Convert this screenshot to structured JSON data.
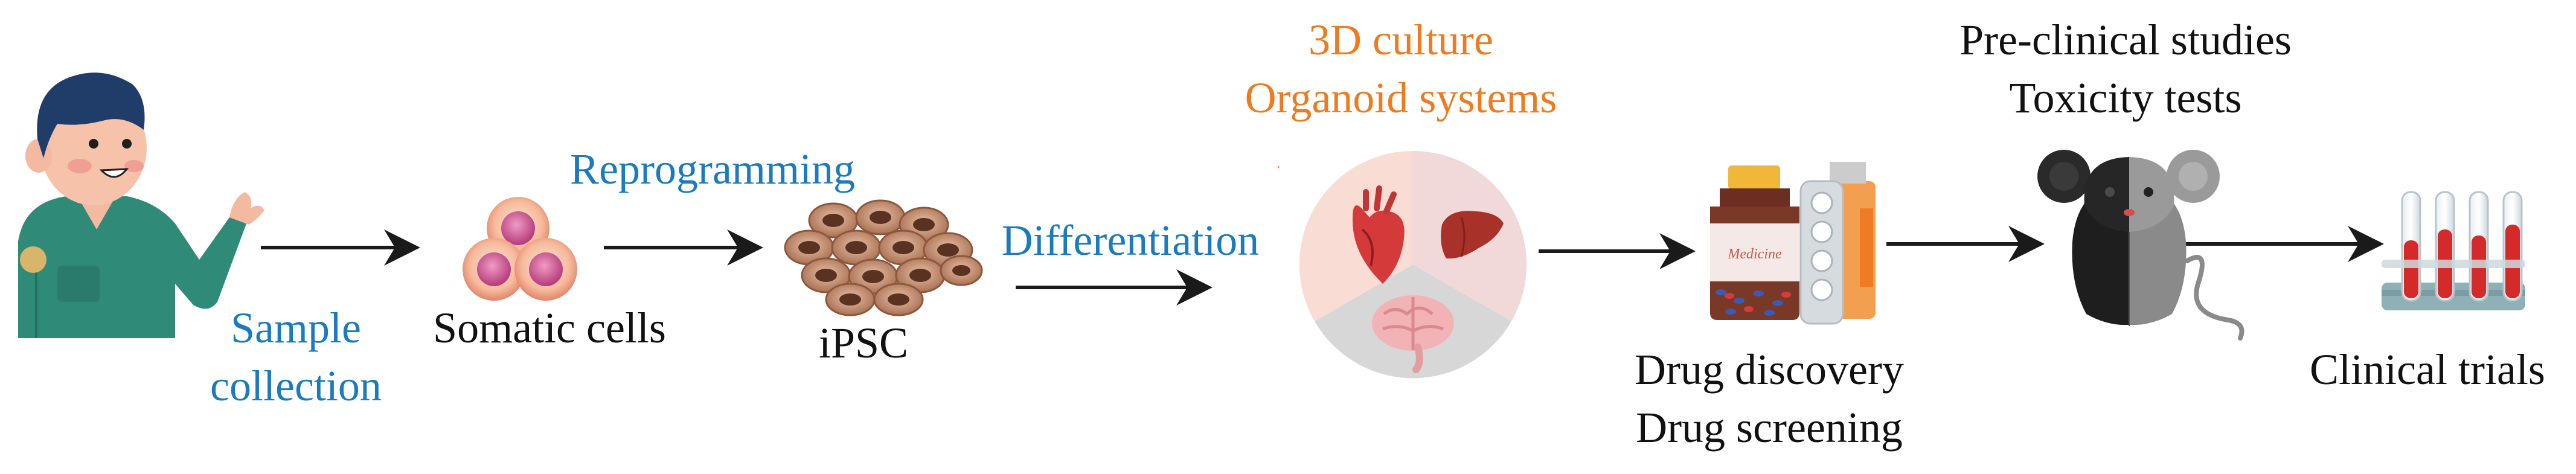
{
  "colors": {
    "blue_text": "#1a7bbf",
    "orange_text": "#f07a1e",
    "black_text": "#111111",
    "arrow": "#1a1a1a"
  },
  "icons": [
    "person-icon",
    "somatic-cells-icon",
    "ipsc-cluster-icon",
    "organoid-circle-icon",
    "heart-icon",
    "liver-icon",
    "brain-icon",
    "medicine-bottle-icon",
    "pill-blister-icon",
    "mouse-icon",
    "test-tubes-icon"
  ],
  "labels": {
    "sample": [
      "Sample",
      "collection"
    ],
    "reprogramming": "Reprogramming",
    "somatic": "Somatic cells",
    "ipsc": "iPSC",
    "differentiation": "Differentiation",
    "culture": [
      "3D culture",
      "Organoid systems"
    ],
    "drug": [
      "Drug discovery",
      "Drug screening"
    ],
    "medicine_text": "Medicine",
    "preclinical": [
      "Pre-clinical studies",
      "Toxicity tests"
    ],
    "clinical": "Clinical trials"
  }
}
